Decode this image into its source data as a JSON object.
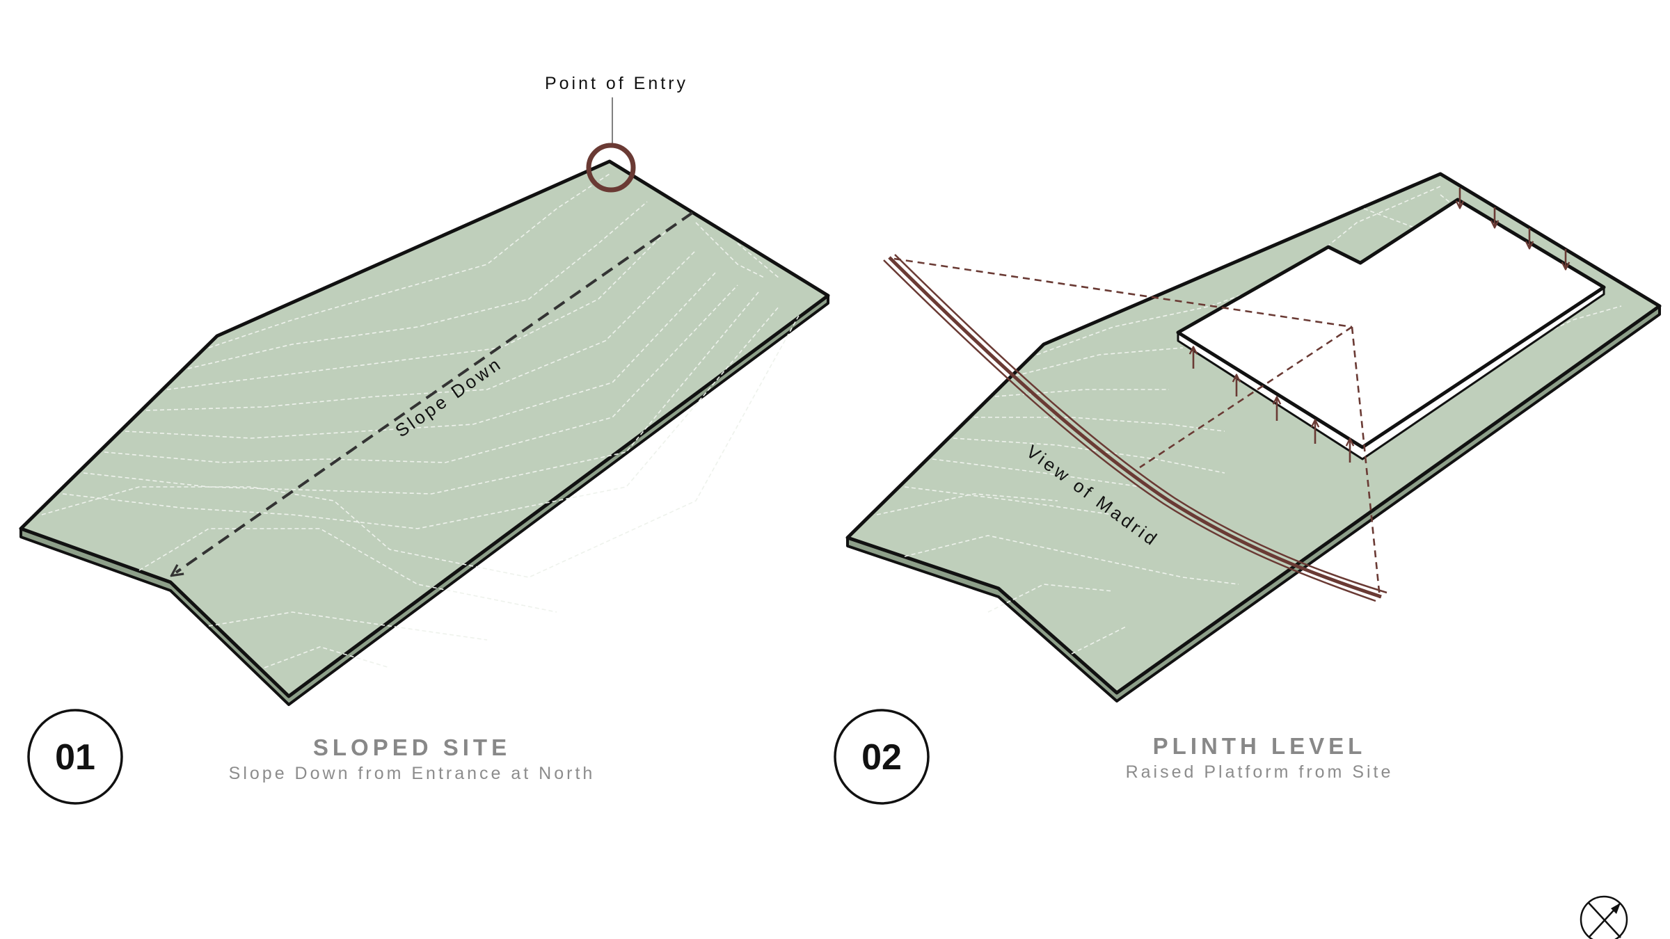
{
  "colors": {
    "site_fill": "#bfcfbb",
    "outline": "#111111",
    "contour": "#eef2ec",
    "accent": "#6a3a34",
    "caption_title": "#888888",
    "caption_sub": "#8c8c8c"
  },
  "panel1": {
    "number": "01",
    "title": "SLOPED SITE",
    "subtitle": "Slope Down from Entrance at North",
    "entry_label": "Point of Entry",
    "slope_label": "Slope Down"
  },
  "panel2": {
    "number": "02",
    "title": "PLINTH LEVEL",
    "subtitle": "Raised Platform from Site",
    "view_label": "View of Madrid"
  },
  "north_arrow": {
    "icon": "north-arrow-icon"
  }
}
